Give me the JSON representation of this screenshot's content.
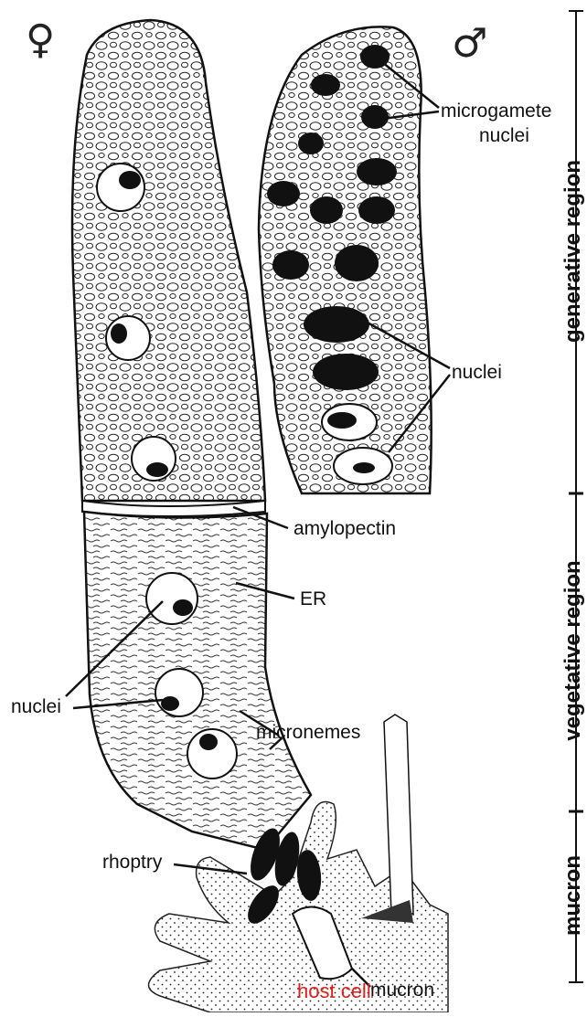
{
  "symbols": {
    "female": "♀",
    "male": "♂"
  },
  "labels": {
    "microgamete_line1": "microgamete",
    "microgamete_line2": "nuclei",
    "nuclei_male": "nuclei",
    "amylopectin": "amylopectin",
    "er": "ER",
    "nuclei_female": "nuclei",
    "micronemes": "micronemes",
    "rhoptry": "rhoptry",
    "mucron": "mucron",
    "host_cell": "host cell"
  },
  "regions": {
    "generative": "generative region",
    "vegetative": "vegetative region",
    "mucron": "mucron"
  },
  "colors": {
    "ink": "#111111",
    "host_cell_label": "#e0201a",
    "background": "#ffffff"
  }
}
